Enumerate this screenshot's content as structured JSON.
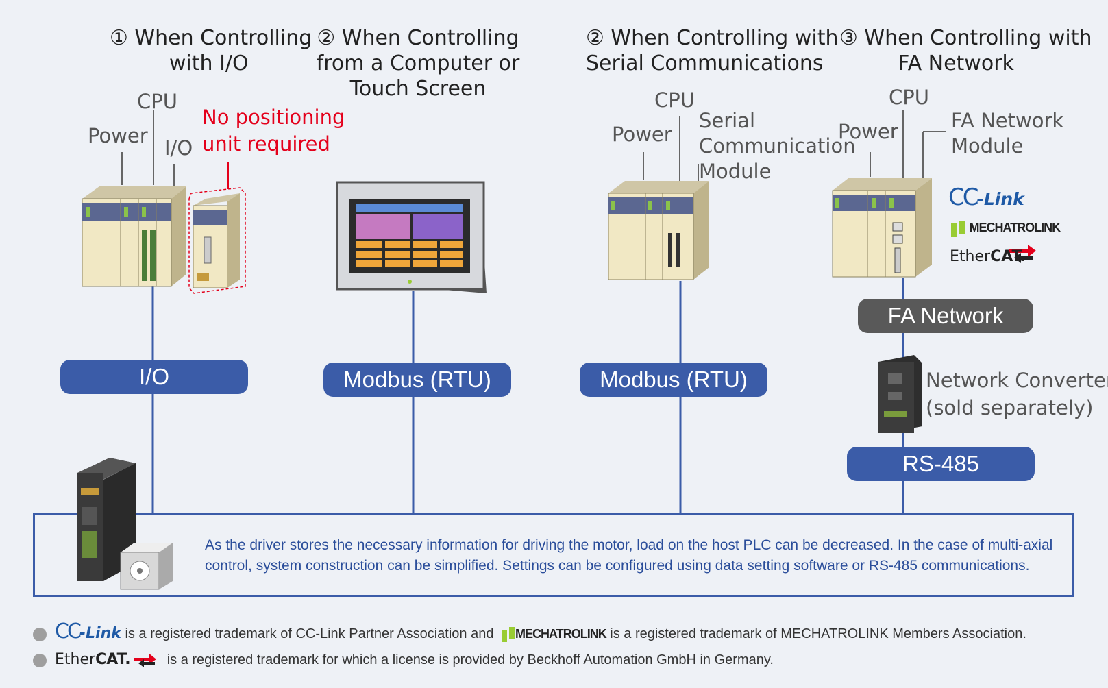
{
  "scenarios": [
    {
      "title": "① When Controlling\n with I/O"
    },
    {
      "title": "② When Controlling\nfrom a Computer or\nTouch Screen"
    },
    {
      "title": "② When Controlling with\nSerial Communications"
    },
    {
      "title": "③ When Controlling with\nFA Network"
    }
  ],
  "labels": {
    "cpu": "CPU",
    "power": "Power",
    "io": "I/O",
    "no_positioning": "No positioning\nunit required",
    "serial_module": "Serial\nCommunication\nModule",
    "fa_module": "FA Network\nModule",
    "network_converter": "Network Converter\n(sold separately)"
  },
  "interfaces": {
    "io": "I/O",
    "modbus1": "Modbus (RTU)",
    "modbus2": "Modbus (RTU)",
    "fa_network": "FA Network",
    "rs485": "RS-485"
  },
  "logos": {
    "cc_main": "CC",
    "cc_sub": "-Link",
    "mechatrolink": "MECHATROLINK",
    "ethercat_a": "Ether",
    "ethercat_b": "CAT."
  },
  "info": "As the driver stores the necessary information for driving the motor, load on the host PLC can be decreased. In the case of multi-axial control, system construction can be simplified. Settings can be configured using data setting software or RS-485 communications.",
  "trademarks": {
    "line1_a": "is a registered trademark of CC-Link Partner Association and",
    "line1_b": "is a registered trademark of MECHATROLINK Members Association.",
    "line2": "is a registered trademark for which a license is provided by Beckhoff Automation GmbH in Germany."
  },
  "colors": {
    "accent": "#3b5ca8",
    "alert": "#e4001b",
    "network_pill": "#595959"
  }
}
